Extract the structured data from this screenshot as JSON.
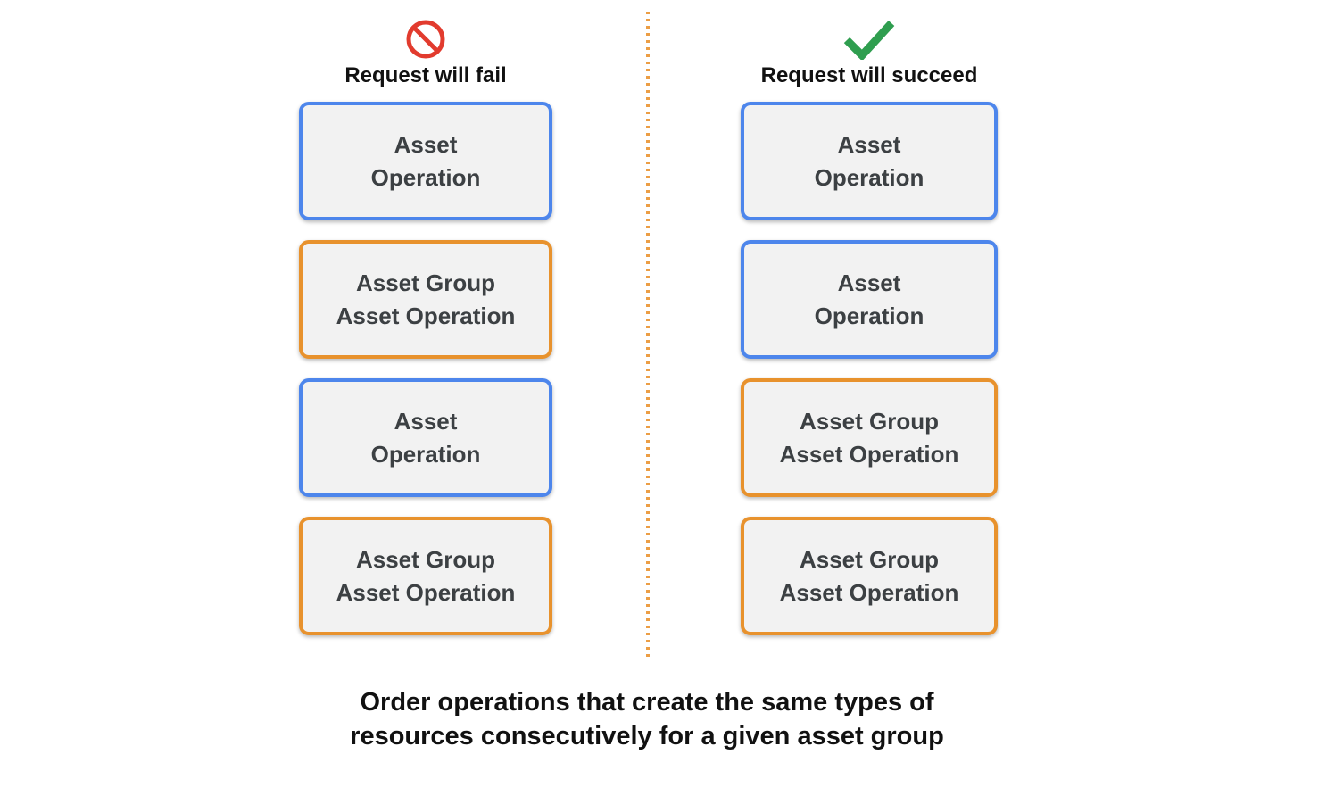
{
  "diagram": {
    "fail_column": {
      "icon": "prohibition",
      "label": "Request will fail",
      "boxes": [
        {
          "type": "asset-operation",
          "label": "Asset\nOperation"
        },
        {
          "type": "asset-group-asset-operation",
          "label": "Asset Group\nAsset Operation"
        },
        {
          "type": "asset-operation",
          "label": "Asset\nOperation"
        },
        {
          "type": "asset-group-asset-operation",
          "label": "Asset Group\nAsset Operation"
        }
      ]
    },
    "succeed_column": {
      "icon": "checkmark",
      "label": "Request will succeed",
      "boxes": [
        {
          "type": "asset-operation",
          "label": "Asset\nOperation"
        },
        {
          "type": "asset-operation",
          "label": "Asset\nOperation"
        },
        {
          "type": "asset-group-asset-operation",
          "label": "Asset Group\nAsset Operation"
        },
        {
          "type": "asset-group-asset-operation",
          "label": "Asset Group\nAsset Operation"
        }
      ]
    },
    "caption": "Order operations that create the same types of\nresources consecutively for a given asset group"
  },
  "colors": {
    "asset_operation_border": "#4d86ec",
    "asset_group_asset_operation_border": "#e8922d",
    "box_fill": "#f2f2f2",
    "box_text": "#3c4043",
    "fail_icon_red": "#e23b2e",
    "succeed_icon_green": "#2f9e4f",
    "divider_orange": "#ec9e45",
    "heading_text": "#111111"
  }
}
